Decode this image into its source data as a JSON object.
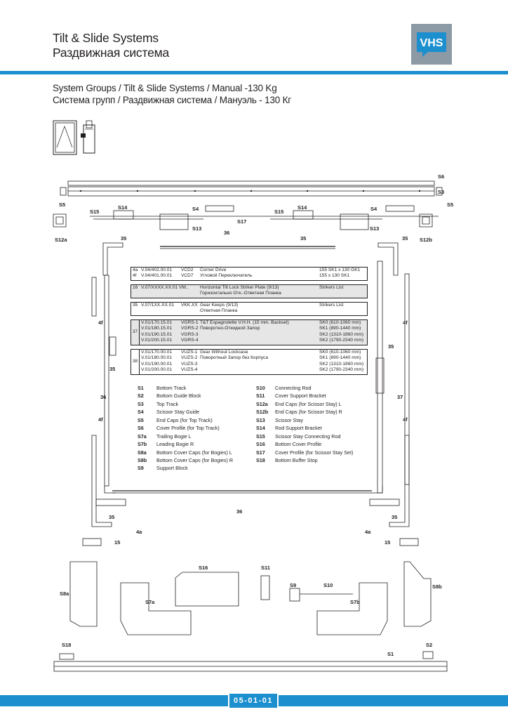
{
  "header": {
    "title_en": "Tilt & Slide Systems",
    "title_ru": "Раздвижная система",
    "logo_text": "VHS"
  },
  "subtitle": {
    "line_en": "System Groups / Tilt & Slide Systems / Manual -130 Kg",
    "line_ru": "Система групп / Раздвижная система / Мануэль  - 130 Кг"
  },
  "callouts": {
    "S1": "S1",
    "S2": "S2",
    "S3": "S3",
    "S4": "S4",
    "S5": "S5",
    "S6": "S6",
    "S7a": "S7a",
    "S7b": "S7b",
    "S8a": "S8a",
    "S8b": "S8b",
    "S9": "S9",
    "S10": "S10",
    "S11": "S11",
    "S12a": "S12a",
    "S12b": "S12b",
    "S13": "S13",
    "S14": "S14",
    "S15": "S15",
    "S16": "S16",
    "S17": "S17",
    "S18": "S18",
    "n4a": "4a",
    "n4f": "4f",
    "n15": "15",
    "n35": "35",
    "n36": "36",
    "n37": "37"
  },
  "reference_table": {
    "block1": [
      {
        "num": "4a",
        "code": "V.04/402.00.01",
        "art": "VCD2",
        "desc": "Corner Drive",
        "right": "155 SK1 x 130 GK1"
      },
      {
        "num": "4f",
        "code": "V.04/401.00.01",
        "art": "VCD7",
        "desc": "Угловой Переключатель",
        "right": "155 x 130 SK1"
      }
    ],
    "block2": [
      {
        "num": "16",
        "code": "V.07/XXXX.XX.01 VM..",
        "desc": "Horizontal Tilt Lock Striker Plate (9/13)",
        "right": "Strikers List"
      },
      {
        "desc": "Горизонтально Отк.-Ответная Планка"
      }
    ],
    "block3": [
      {
        "num": "35",
        "code": "V.07/1XX.XX.01",
        "art": "VKK.XX",
        "desc": "Gear Keeps (9/13)",
        "right": "Strikers List"
      },
      {
        "desc": "Ответная Планка"
      }
    ],
    "block4_num": "37",
    "block4": [
      {
        "code": "V.01/170.15.01",
        "art": "VGRS-1",
        "desc": "T&T Espagnolette V.H.H. (15 mm. Backset)",
        "right": "SK0 (610-1060 mm)"
      },
      {
        "code": "V.01/180.15.01",
        "art": "VGRS-2",
        "desc": "Поворотно-Откидной Запор",
        "right": "SK1 (890-1440 mm)"
      },
      {
        "code": "V.01/190.15.01",
        "art": "VGRS-3",
        "desc": "",
        "right": "SK2 (1310-1860 mm)"
      },
      {
        "code": "V.01/200.15.01",
        "art": "VGRS-4",
        "desc": "",
        "right": "SK2 (1790-2340 mm)"
      }
    ],
    "block5_num": "38",
    "block5": [
      {
        "code": "V.01/170.00.01",
        "art": "VUZS-1",
        "desc": "Gear Without Lockcase",
        "right": "SK0 (610-1060 mm)"
      },
      {
        "code": "V.01/180.00.01",
        "art": "VUZS-2",
        "desc": "Поворотный Запор без Корпуса",
        "right": "SK1 (890-1440 mm)"
      },
      {
        "code": "V.01/190.00.01",
        "art": "VUZS-3",
        "desc": "",
        "right": "SK2 (1310-1860 mm)"
      },
      {
        "code": "V.01/200.00.01",
        "art": "VUZS-4",
        "desc": "",
        "right": "SK2 (1790-2340 mm)"
      }
    ]
  },
  "legend_left": [
    {
      "key": "S1",
      "label": "Bottom Track"
    },
    {
      "key": "S2",
      "label": "Bottom Guide Block"
    },
    {
      "key": "S3",
      "label": "Top Track"
    },
    {
      "key": "S4",
      "label": "Scissor Stay Guide"
    },
    {
      "key": "S5",
      "label": "End Caps (for Top Track)"
    },
    {
      "key": "S6",
      "label": "Cover Profile (for Top Track)"
    },
    {
      "key": "S7a",
      "label": "Trailing Bogie L"
    },
    {
      "key": "S7b",
      "label": "Leading Bogie R"
    },
    {
      "key": "S8a",
      "label": "Bottom Cover Caps (for Bogies) L"
    },
    {
      "key": "S8b",
      "label": "Bottom Cover Caps (for Bogies) R"
    },
    {
      "key": "S9",
      "label": "Support Block"
    }
  ],
  "legend_right": [
    {
      "key": "S10",
      "label": "Connecting Rod"
    },
    {
      "key": "S11",
      "label": "Cover Support Bracket"
    },
    {
      "key": "S12a",
      "label": "End Caps (for Scissor Stay) L"
    },
    {
      "key": "S12b",
      "label": "End Caps (for Scissor Stay) R"
    },
    {
      "key": "S13",
      "label": "Scissor Stay"
    },
    {
      "key": "S14",
      "label": "Rod Support Bracket"
    },
    {
      "key": "S15",
      "label": "Scissor Stay Connecting Rod"
    },
    {
      "key": "S16",
      "label": "Bottom Cover Profile"
    },
    {
      "key": "S17",
      "label": "Cover Profile (for Scissor Stay Set)"
    },
    {
      "key": "S18",
      "label": "Bottom Buffer Stop"
    }
  ],
  "footer": {
    "page_number": "05-01-01"
  },
  "colors": {
    "accent_blue": "#1c8fcf",
    "logo_grey": "#8c9aa6",
    "line": "#231f20",
    "table_shade": "#e6e6e6"
  }
}
